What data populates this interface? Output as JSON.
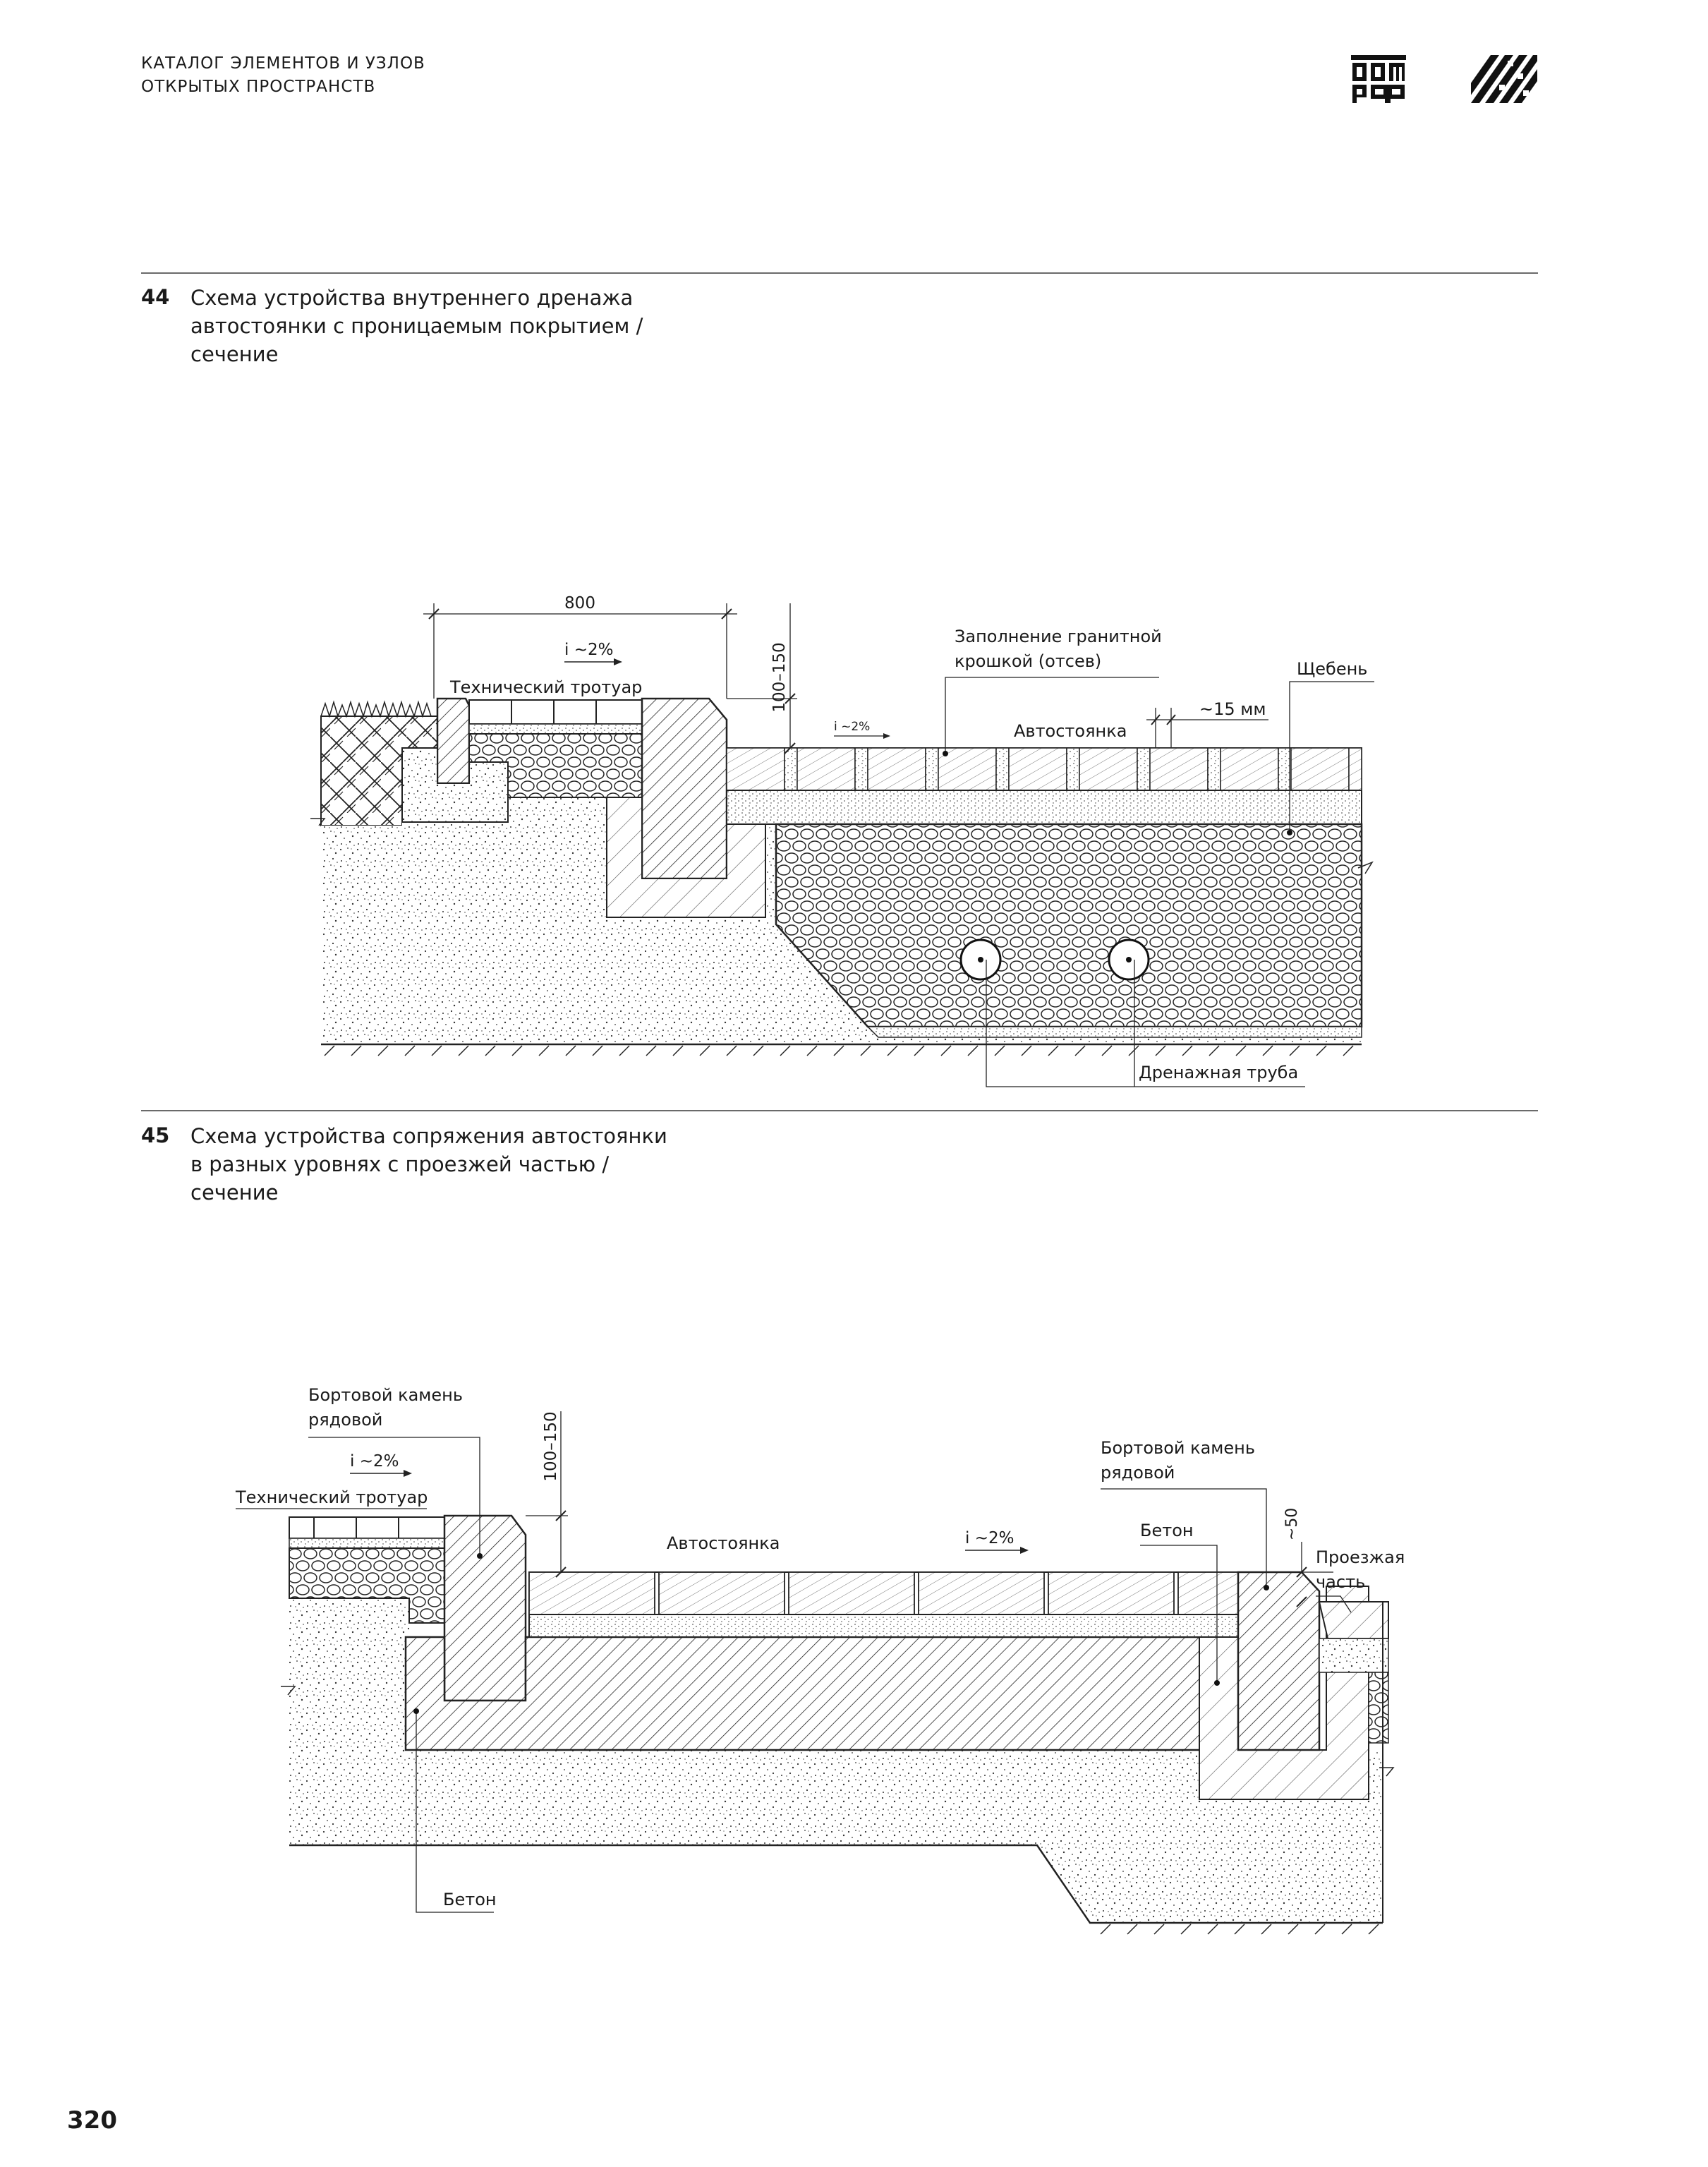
{
  "header": {
    "line1": "КАТАЛОГ ЭЛЕМЕНТОВ И УЗЛОВ",
    "line2": "ОТКРЫТЫХ ПРОСТРАНСТВ"
  },
  "logos": {
    "left": "dom-rf-logo",
    "right": "pattern-logo"
  },
  "section44": {
    "number": "44",
    "title_lines": [
      "Схема устройства внутреннего дренажа",
      "автостоянки с проницаемым покрытием /",
      "сечение"
    ],
    "labels": {
      "dim_800": "800",
      "dim_100_150": "100–150",
      "slope_top": "i ~2%",
      "slope_small": "i ~2%",
      "tech_sidewalk": "Технический тротуар",
      "fill_line1": "Заполнение гранитной",
      "fill_line2": "крошкой (отсев)",
      "gravel": "Щебень",
      "gap": "~15 мм",
      "parking": "Автостоянка",
      "drain_pipe": "Дренажная труба"
    }
  },
  "section45": {
    "number": "45",
    "title_lines": [
      "Схема устройства сопряжения автостоянки",
      "в разных уровнях с проезжей частью /",
      "сечение"
    ],
    "labels": {
      "curb_left_1": "Бортовой камень",
      "curb_left_2": "рядовой",
      "slope_left": "i ~2%",
      "tech_sidewalk": "Технический тротуар",
      "dim_100_150": "100–150",
      "parking": "Автостоянка",
      "slope_mid": "i ~2%",
      "curb_right_1": "Бортовой камень",
      "curb_right_2": "рядовой",
      "concrete_top": "Бетон",
      "dim_50": "~50",
      "roadway_1": "Проезжая",
      "roadway_2": "часть",
      "concrete_bottom": "Бетон"
    }
  },
  "page_number": "320"
}
